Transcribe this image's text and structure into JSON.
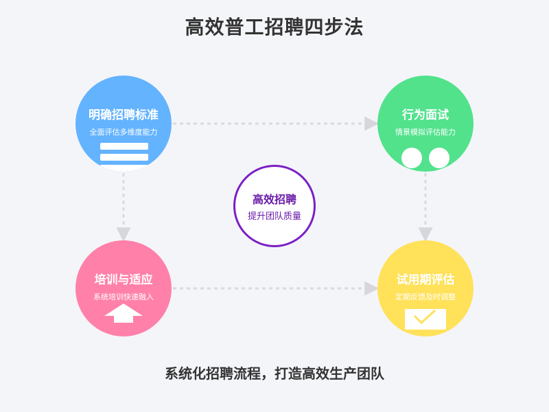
{
  "title": "高效普工招聘四步法",
  "footer": "系统化招聘流程，打造高效生产团队",
  "center": {
    "title": "高效招聘",
    "subtitle": "提升团队质量"
  },
  "steps": [
    {
      "title": "明确招聘标准",
      "subtitle": "全面评估多维度能力",
      "color": "#63b3ff",
      "icon": "document-lines-icon"
    },
    {
      "title": "行为面试",
      "subtitle": "情景模拟评估能力",
      "color": "#52e28c",
      "icon": "two-people-icon"
    },
    {
      "title": "培训与适应",
      "subtitle": "系统培训快速融入",
      "color": "#ff80a8",
      "icon": "up-arrow-icon"
    },
    {
      "title": "试用期评估",
      "subtitle": "定期反馈及时调整",
      "color": "#ffe15a",
      "icon": "checkmark-card-icon"
    }
  ],
  "colors": {
    "center_border": "#7b1fc4",
    "connector": "#d9d9de"
  }
}
